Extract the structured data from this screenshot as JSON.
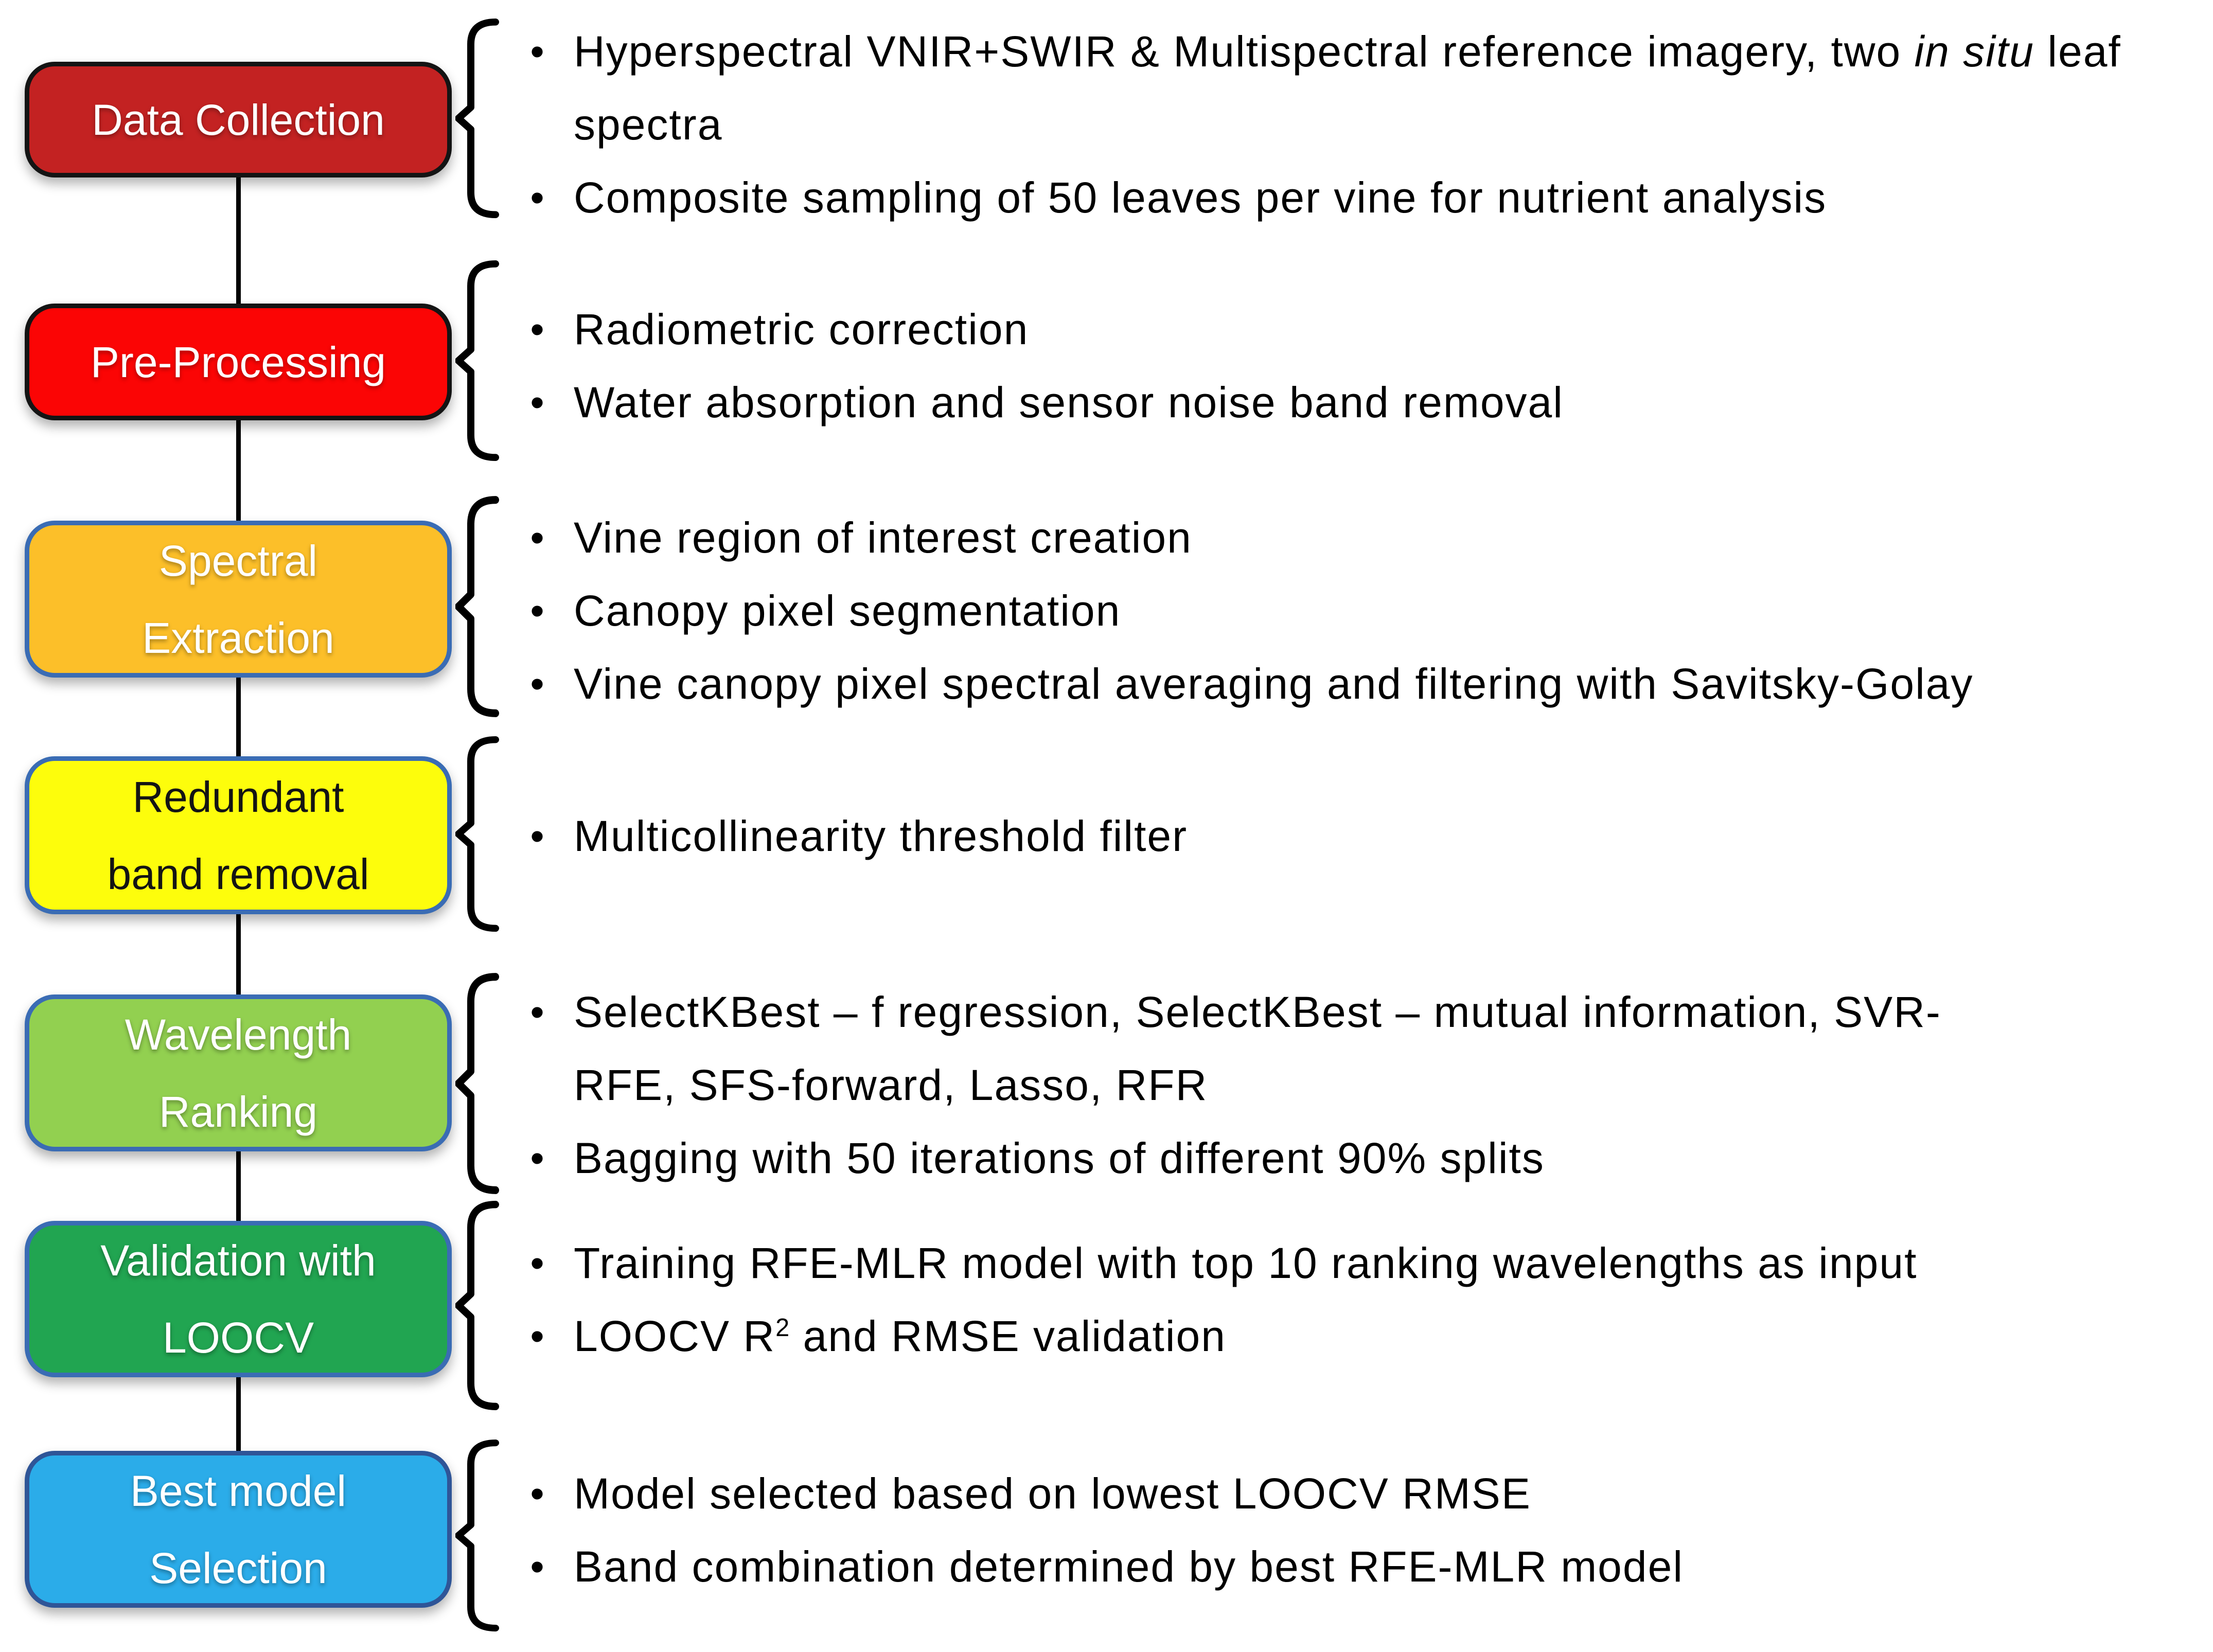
{
  "diagram": {
    "connector_color": "#000000",
    "brace_color": "#000000",
    "bullet_glyph": "•"
  },
  "sections": [
    {
      "box": {
        "lines": [
          "Data Collection"
        ],
        "fill": "#c32222",
        "border": "#141414",
        "text_color": "#ffffff"
      },
      "bullets": [
        {
          "parts": {
            "p0": "Hyperspectral VNIR+SWIR & Multispectral reference imagery, two ",
            "p1_italic": "in situ",
            "p2": " leaf spectra"
          }
        },
        {
          "text": "Composite sampling of 50 leaves per vine for nutrient analysis"
        }
      ]
    },
    {
      "box": {
        "lines": [
          "Pre-Processing"
        ],
        "fill": "#fb0505",
        "border": "#141414",
        "text_color": "#ffffff"
      },
      "bullets": [
        {
          "text": "Radiometric correction"
        },
        {
          "text": "Water absorption and sensor noise band removal"
        }
      ]
    },
    {
      "box": {
        "lines": [
          "Spectral",
          "Extraction"
        ],
        "fill": "#fcbf29",
        "border": "#3a6cb4",
        "text_color": "#ffffff"
      },
      "bullets": [
        {
          "text": "Vine region of interest creation"
        },
        {
          "text": "Canopy pixel segmentation"
        },
        {
          "text": "Vine canopy pixel spectral averaging and filtering with Savitsky-Golay"
        }
      ]
    },
    {
      "box": {
        "lines": [
          "Redundant",
          "band removal"
        ],
        "fill": "#fdfd0c",
        "border": "#3a6cb4",
        "text_color": "#141414"
      },
      "bullets": [
        {
          "text": "Multicollinearity threshold filter"
        }
      ]
    },
    {
      "box": {
        "lines": [
          "Wavelength",
          "Ranking"
        ],
        "fill": "#92d050",
        "border": "#3a6cb4",
        "text_color": "#ffffff"
      },
      "bullets": [
        {
          "parts": {
            "p0": "SelectKBest – f regression, SelectKBest – mutual information, SVR-",
            "p1": "RFE, SFS-forward, Lasso, RFR"
          }
        },
        {
          "text": "Bagging with 50 iterations of different 90% splits"
        }
      ]
    },
    {
      "box": {
        "lines": [
          "Validation with",
          "LOOCV"
        ],
        "fill": "#21a551",
        "border": "#3a6cb4",
        "text_color": "#ffffff"
      },
      "bullets": [
        {
          "text": "Training RFE-MLR model with top 10 ranking wavelengths as input"
        },
        {
          "parts": {
            "p0": "LOOCV R",
            "p1_sup": "2",
            "p2": " and RMSE validation"
          }
        }
      ]
    },
    {
      "box": {
        "lines": [
          "Best model",
          "Selection"
        ],
        "fill": "#2bace9",
        "border": "#2f5597",
        "text_color": "#ffffff"
      },
      "bullets": [
        {
          "text": "Model selected based on lowest LOOCV RMSE"
        },
        {
          "text": "Band combination determined by best RFE-MLR model"
        }
      ]
    }
  ]
}
